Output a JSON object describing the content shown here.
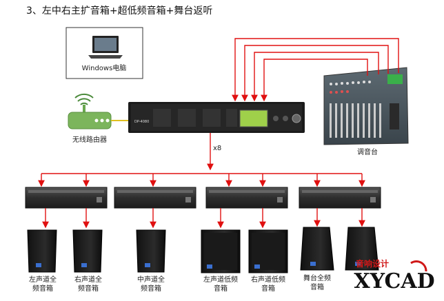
{
  "title": "3、左中右主扩音箱+超低频音箱+舞台返听",
  "computer": {
    "label": "Windows电脑"
  },
  "router": {
    "label": "无线路由器"
  },
  "processor": {
    "model": "DP-4080"
  },
  "mixer": {
    "label": "调音台"
  },
  "multiplier": "x8",
  "speakers": [
    {
      "label_lines": [
        "左声道全",
        "频音箱"
      ]
    },
    {
      "label_lines": [
        "右声道全",
        "频音箱"
      ]
    },
    {
      "label_lines": [
        "中声道全",
        "频音箱"
      ]
    },
    {
      "label_lines": [
        "左声道低频",
        "音箱"
      ]
    },
    {
      "label_lines": [
        "右声道低频",
        "音箱"
      ]
    },
    {
      "label_lines": [
        "舞台全频",
        "音箱"
      ]
    }
  ],
  "watermark": {
    "top": "音响设计",
    "brand": "XYCAD"
  },
  "colors": {
    "wire": "#e01010",
    "amp": "#3a3a3a",
    "router": "#6aa84f"
  }
}
